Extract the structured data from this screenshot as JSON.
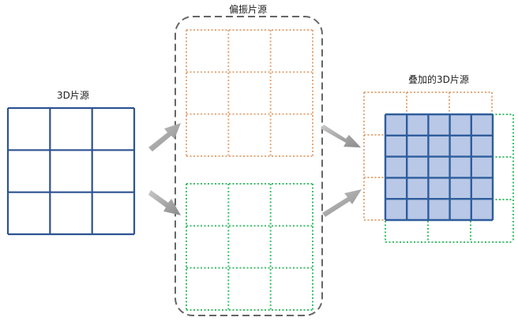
{
  "labels": {
    "source_3d": "3D片源",
    "polarized_source": "偏振片源",
    "combined_source": "叠加的3D片源"
  },
  "colors": {
    "source_grid": "#2e5393",
    "orange_grid": "#e5a778",
    "green_grid": "#3dbf6a",
    "combined_fill": "#b9c8e6",
    "combined_border": "#2e5d9c",
    "dashed_box": "#666666",
    "arrow": "#9a9a9a"
  },
  "grids": {
    "source": {
      "rows": 3,
      "cols": 3
    },
    "orange": {
      "rows": 3,
      "cols": 3
    },
    "green": {
      "rows": 3,
      "cols": 3
    },
    "combined": {
      "rows": 5,
      "cols": 5
    }
  }
}
